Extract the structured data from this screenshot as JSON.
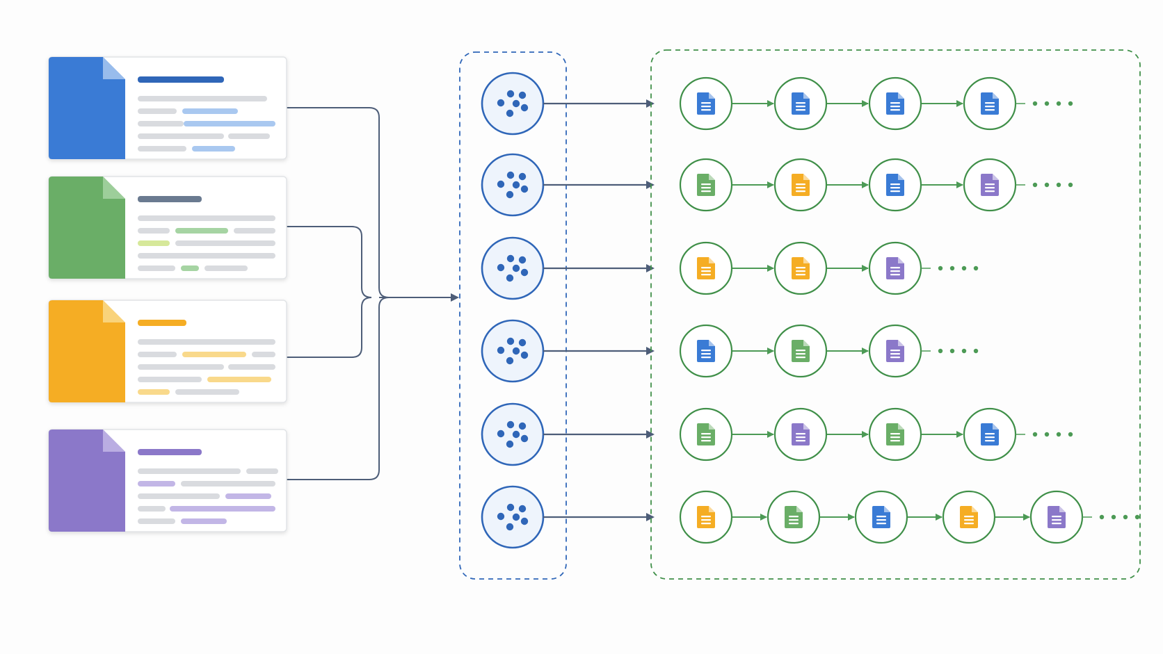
{
  "colors": {
    "blue": "#3a7bd5",
    "blue_light": "#a9c8f0",
    "green": "#6aae67",
    "green_light": "#a6d4a3",
    "yellow": "#f5ad24",
    "yellow_light": "#f9d98b",
    "purple": "#8b78c9",
    "purple_light": "#c2b6e6",
    "connector": "#4d5d78",
    "cluster_border": "#2f66b8",
    "cluster_dot": "#2f66b8",
    "chain_border": "#3f8f48",
    "chain_arrow": "#4c9a55",
    "gray_line": "#d9dbdf"
  },
  "documents": [
    {
      "color": "blue",
      "icon": "document-icon"
    },
    {
      "color": "green",
      "icon": "document-icon"
    },
    {
      "color": "yellow",
      "icon": "document-icon"
    },
    {
      "color": "purple",
      "icon": "document-icon"
    }
  ],
  "clusters": [
    {
      "icon": "cluster-icon"
    },
    {
      "icon": "cluster-icon"
    },
    {
      "icon": "cluster-icon"
    },
    {
      "icon": "cluster-icon"
    },
    {
      "icon": "cluster-icon"
    },
    {
      "icon": "cluster-icon"
    }
  ],
  "chains": [
    {
      "nodes": [
        "blue",
        "blue",
        "blue",
        "blue"
      ],
      "continues": true
    },
    {
      "nodes": [
        "green",
        "yellow",
        "blue",
        "purple"
      ],
      "continues": true
    },
    {
      "nodes": [
        "yellow",
        "yellow",
        "purple"
      ],
      "continues": true
    },
    {
      "nodes": [
        "blue",
        "green",
        "purple"
      ],
      "continues": true
    },
    {
      "nodes": [
        "green",
        "purple",
        "green",
        "blue"
      ],
      "continues": true
    },
    {
      "nodes": [
        "yellow",
        "green",
        "blue",
        "yellow",
        "purple"
      ],
      "continues": true
    }
  ]
}
